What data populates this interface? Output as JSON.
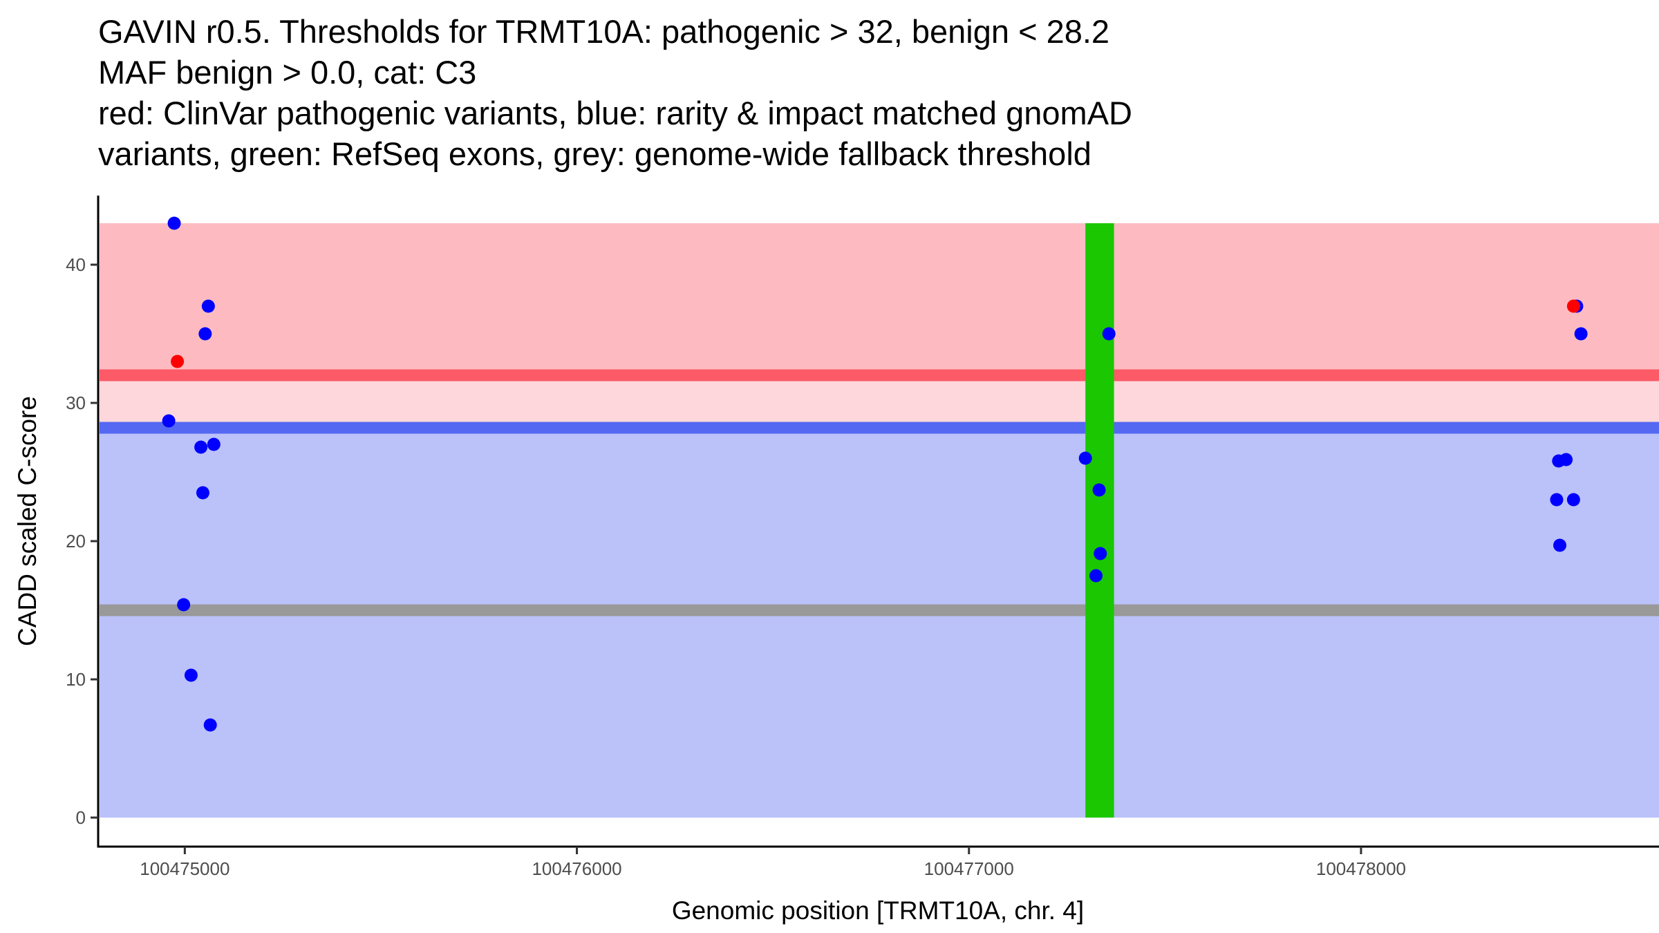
{
  "chart_data": {
    "type": "scatter",
    "title_lines": [
      "GAVIN r0.5. Thresholds for TRMT10A: pathogenic > 32, benign < 28.2",
      "MAF benign > 0.0, cat: C3",
      "red: ClinVar pathogenic variants, blue: rarity & impact matched gnomAD",
      "variants, green: RefSeq exons, grey: genome-wide fallback threshold"
    ],
    "xlabel": "Genomic position [TRMT10A, chr. 4]",
    "ylabel": "CADD scaled C-score",
    "xlim": [
      100474779,
      100478760
    ],
    "ylim": [
      -2.1,
      45
    ],
    "xticks": [
      100475000,
      100476000,
      100477000,
      100478000
    ],
    "xtick_labels": [
      "100475000",
      "100476000",
      "100477000",
      "100478000"
    ],
    "yticks": [
      0,
      10,
      20,
      30,
      40
    ],
    "ytick_labels": [
      "0",
      "10",
      "20",
      "30",
      "40"
    ],
    "grid": false,
    "thresholds": {
      "pathogenic": 32,
      "benign": 28.2,
      "fallback": 15,
      "band_top": 43,
      "band_bottom": 0
    },
    "exons": [
      {
        "start": 100477297,
        "end": 100477370
      }
    ],
    "colors": {
      "pathogenic_band": "#FDBBC1",
      "pathogenic_line": "#FC5A67",
      "middle_band": "#FDD7DC",
      "benign_line": "#5468F2",
      "benign_band": "#BBC1F9",
      "fallback_line": "#999999",
      "exon": "#1AC700",
      "clinvar": "#FF0000",
      "gnomad": "#0000FF"
    },
    "series": [
      {
        "name": "gnomAD",
        "color": "#0000FF",
        "points": [
          [
            100474973,
            43.0
          ],
          [
            100475060,
            37.0
          ],
          [
            100475052,
            35.0
          ],
          [
            100474959,
            28.7
          ],
          [
            100475041,
            26.8
          ],
          [
            100475074,
            27.0
          ],
          [
            100475046,
            23.5
          ],
          [
            100474997,
            15.4
          ],
          [
            100475016,
            10.3
          ],
          [
            100475065,
            6.7
          ],
          [
            100477357,
            35.0
          ],
          [
            100477297,
            26.0
          ],
          [
            100477332,
            23.7
          ],
          [
            100477335,
            19.1
          ],
          [
            100477324,
            17.5
          ],
          [
            100478550,
            37.0
          ],
          [
            100478561,
            35.0
          ],
          [
            100478504,
            25.8
          ],
          [
            100478523,
            25.9
          ],
          [
            100478499,
            23.0
          ],
          [
            100478542,
            23.0
          ],
          [
            100478507,
            19.7
          ]
        ]
      },
      {
        "name": "ClinVar pathogenic",
        "color": "#FF0000",
        "points": [
          [
            100474981,
            33.0
          ],
          [
            100478542,
            37.0
          ]
        ]
      }
    ]
  }
}
